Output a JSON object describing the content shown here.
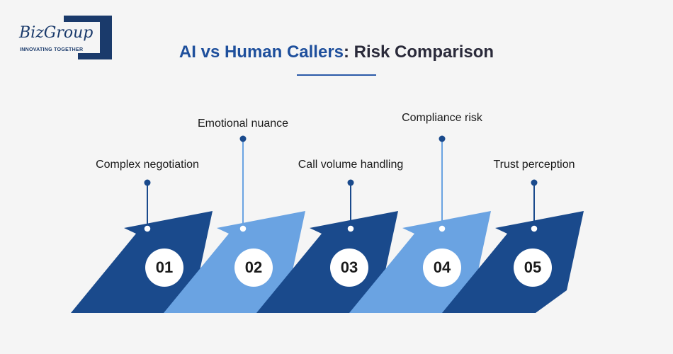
{
  "logo": {
    "name": "BizGroup",
    "tagline": "INNOVATING TOGETHER"
  },
  "title": {
    "highlight": "AI vs Human Callers",
    "rest": ": Risk Comparison"
  },
  "colors": {
    "dark_blue": "#1a4a8c",
    "light_blue": "#6aa3e2",
    "accent": "#1e4f9c"
  },
  "steps": [
    {
      "number": "01",
      "label": "Complex negotiation",
      "tone": "dark"
    },
    {
      "number": "02",
      "label": "Emotional nuance",
      "tone": "light"
    },
    {
      "number": "03",
      "label": "Call volume handling",
      "tone": "dark"
    },
    {
      "number": "04",
      "label": "Compliance risk",
      "tone": "light"
    },
    {
      "number": "05",
      "label": "Trust perception",
      "tone": "dark"
    }
  ]
}
